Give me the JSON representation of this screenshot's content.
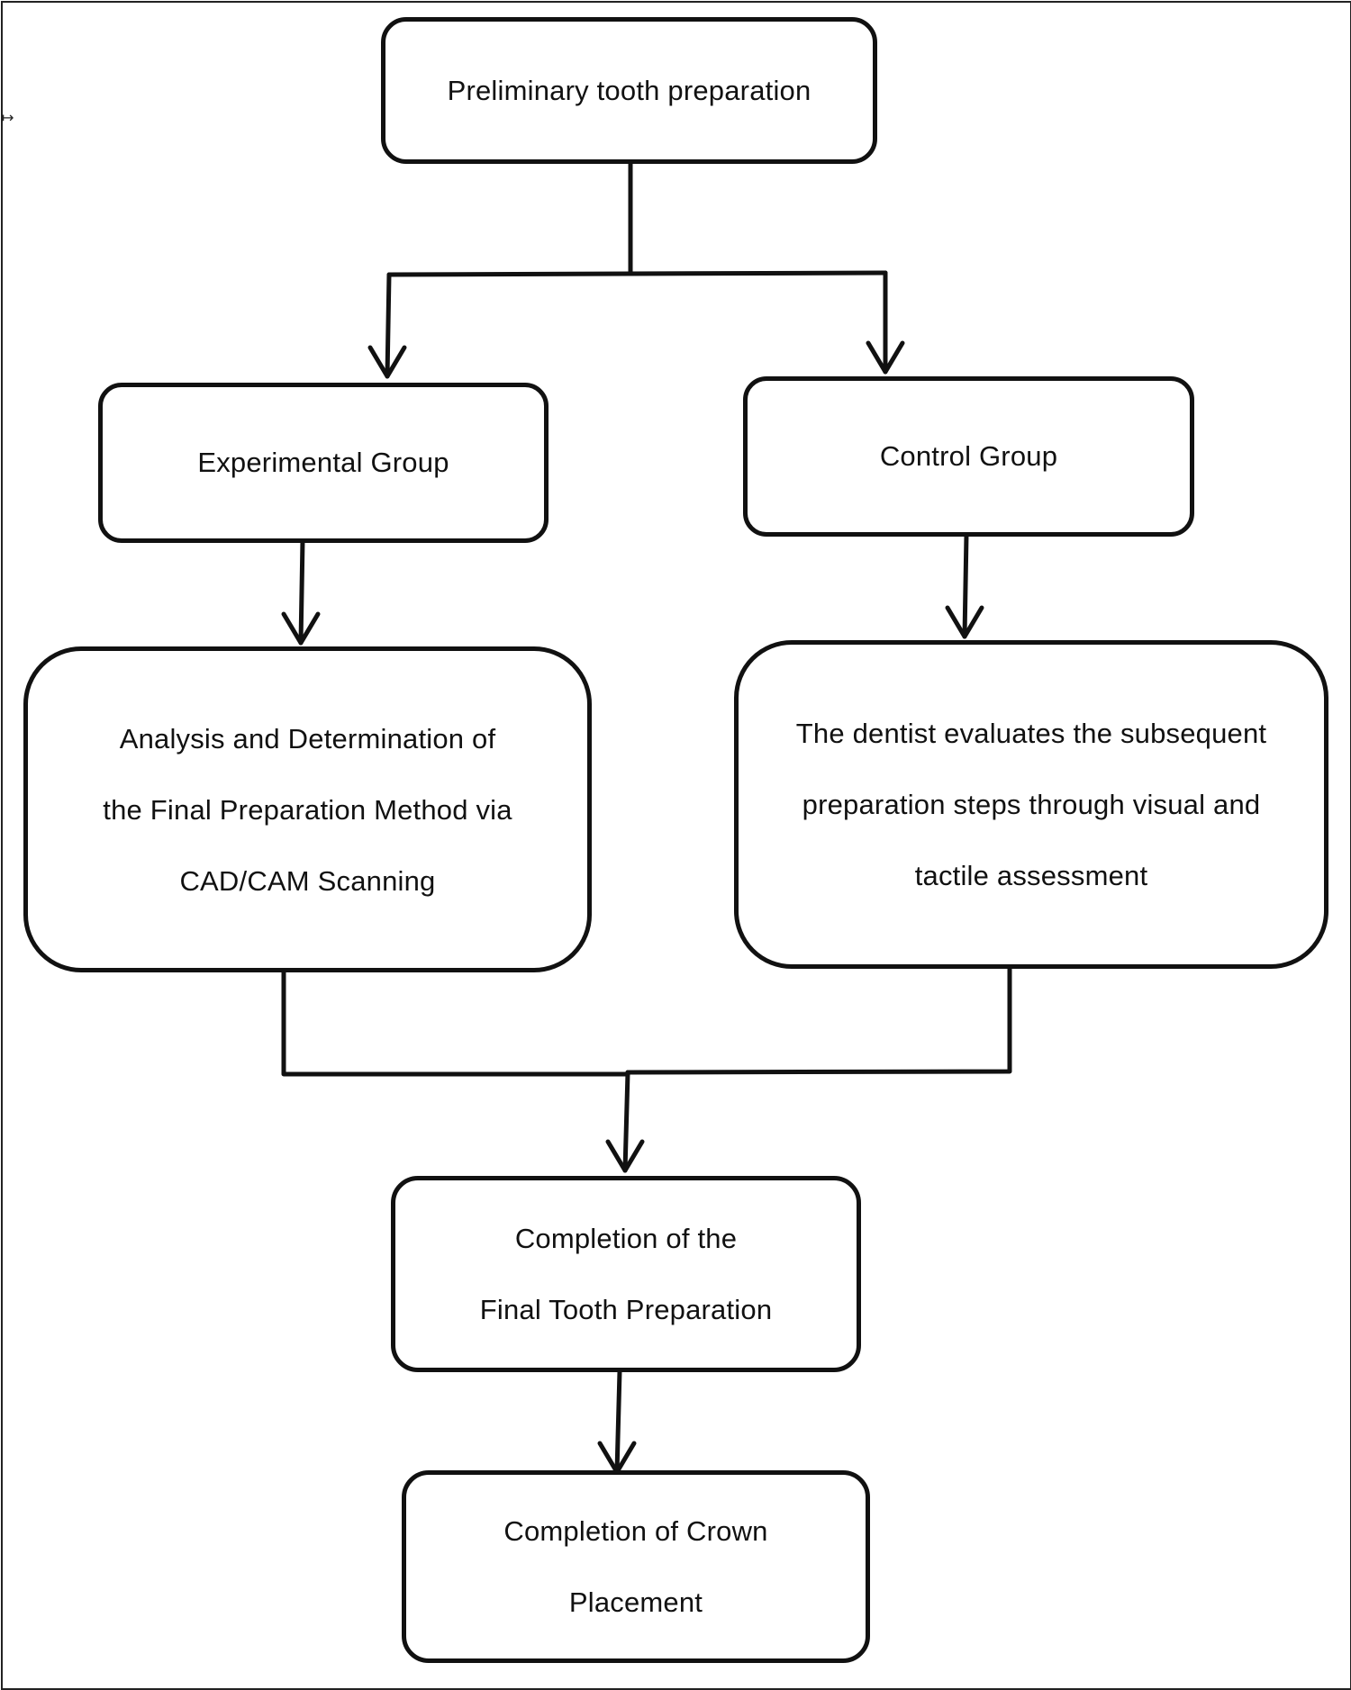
{
  "flowchart": {
    "nodes": {
      "preliminary": {
        "lines": [
          "Preliminary  tooth preparation"
        ]
      },
      "experimental": {
        "lines": [
          "Experimental Group"
        ]
      },
      "control": {
        "lines": [
          "Control Group"
        ]
      },
      "analysis": {
        "lines": [
          "Analysis and Determination of",
          "the Final Preparation Method via",
          "CAD/CAM Scanning"
        ]
      },
      "dentist": {
        "lines": [
          "The dentist evaluates the subsequent",
          "preparation steps through visual and",
          "tactile assessment"
        ]
      },
      "final_preparation": {
        "lines": [
          "Completion of the",
          "Final Tooth Preparation"
        ]
      },
      "crown": {
        "lines": [
          "Completion of Crown",
          "Placement"
        ]
      }
    },
    "edges": [
      {
        "from": "preliminary",
        "to": "experimental"
      },
      {
        "from": "preliminary",
        "to": "control"
      },
      {
        "from": "experimental",
        "to": "analysis"
      },
      {
        "from": "control",
        "to": "dentist"
      },
      {
        "from": "analysis",
        "to": "final_preparation"
      },
      {
        "from": "dentist",
        "to": "final_preparation"
      },
      {
        "from": "final_preparation",
        "to": "crown"
      }
    ],
    "colors": {
      "stroke": "#111111",
      "fill": "#ffffff",
      "text": "#111111"
    }
  }
}
